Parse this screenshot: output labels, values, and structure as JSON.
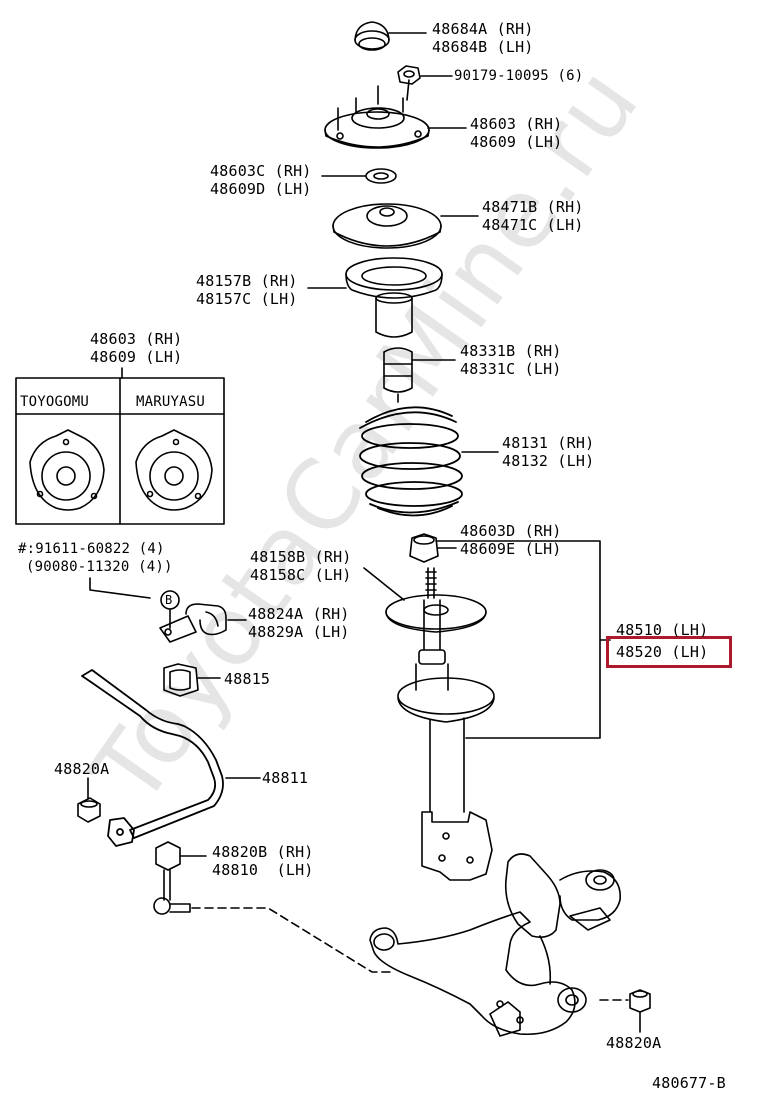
{
  "watermark": "ToyotaCarMine.ru",
  "diagram_code": "480677-B",
  "highlight_color": "#b0182c",
  "inset": {
    "heading_number": "48603 (RH)",
    "heading_number_lh": "48609 (LH)",
    "col1": "TOYOGOMU",
    "col2": "MARUYASU"
  },
  "note": {
    "line1": "#:91611-60822 (4)",
    "line2": "(90080-11320 (4))",
    "marker": "B"
  },
  "labels": [
    {
      "id": "48684",
      "lines": [
        "48684A (RH)",
        "48684B (LH)"
      ]
    },
    {
      "id": "90179",
      "lines": [
        "90179-10095 (6)"
      ]
    },
    {
      "id": "48603",
      "lines": [
        "48603 (RH)",
        "48609 (LH)"
      ]
    },
    {
      "id": "48603C",
      "lines": [
        "48603C (RH)",
        "48609D (LH)"
      ]
    },
    {
      "id": "48471",
      "lines": [
        "48471B (RH)",
        "48471C (LH)"
      ]
    },
    {
      "id": "48157",
      "lines": [
        "48157B (RH)",
        "48157C (LH)"
      ]
    },
    {
      "id": "48331",
      "lines": [
        "48331B (RH)",
        "48331C (LH)"
      ]
    },
    {
      "id": "48131",
      "lines": [
        "48131 (RH)",
        "48132 (LH)"
      ]
    },
    {
      "id": "48603D",
      "lines": [
        "48603D (RH)",
        "48609E (LH)"
      ]
    },
    {
      "id": "48158",
      "lines": [
        "48158B (RH)",
        "48158C (LH)"
      ]
    },
    {
      "id": "48824",
      "lines": [
        "48824A (RH)",
        "48829A (LH)"
      ]
    },
    {
      "id": "48510",
      "lines": [
        "48510 (LH)"
      ]
    },
    {
      "id": "48520",
      "lines": [
        "48520 (LH)"
      ]
    },
    {
      "id": "48815",
      "lines": [
        "48815"
      ]
    },
    {
      "id": "48820A-top",
      "lines": [
        "48820A"
      ]
    },
    {
      "id": "48811",
      "lines": [
        "48811"
      ]
    },
    {
      "id": "48820B",
      "lines": [
        "48820B (RH)",
        "48810  (LH)"
      ]
    },
    {
      "id": "48820A-bottom",
      "lines": [
        "48820A"
      ]
    }
  ]
}
